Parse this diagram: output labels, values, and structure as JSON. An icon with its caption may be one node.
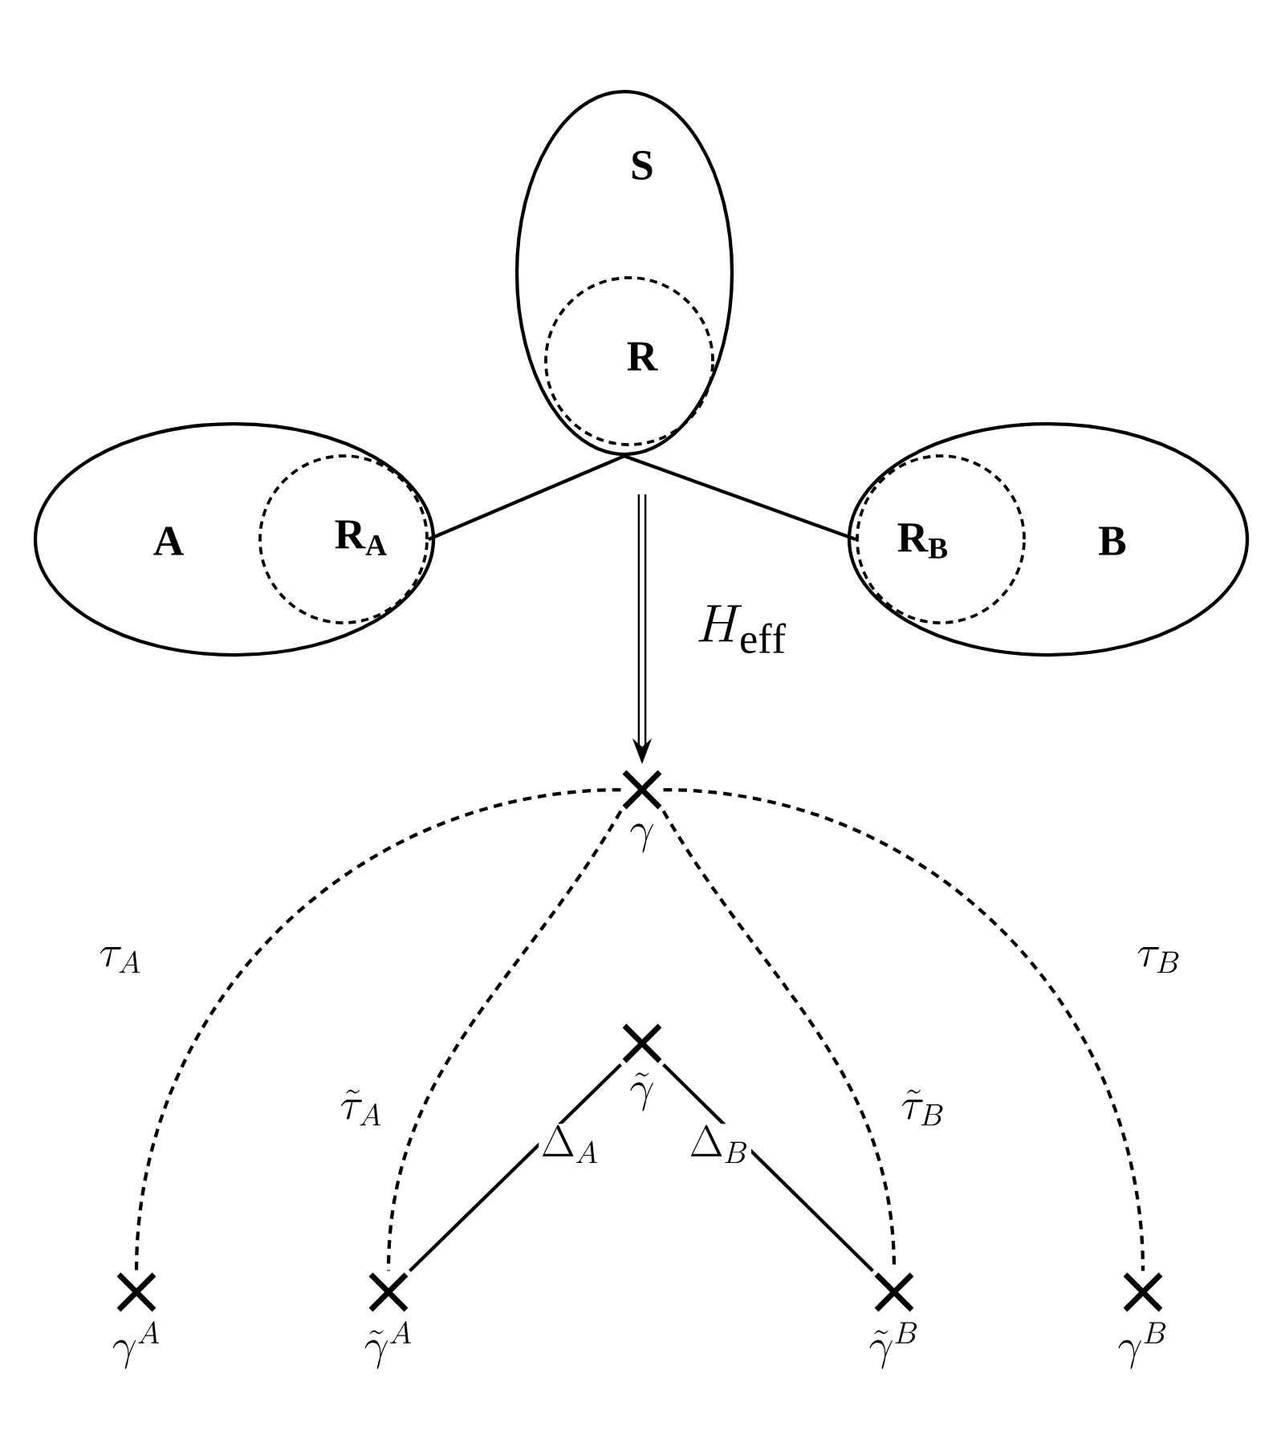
{
  "diagram": {
    "nodes": [
      {
        "text": [
          "\\mathbf{S}"
        ]
      },
      {
        "text": [
          "\\mathbf{R}"
        ],
        "in": 0
      },
      {
        "text": [
          "\\mathbf{A}"
        ]
      },
      {
        "text": [
          "\\mathbf{R_A}"
        ],
        "in": 2
      },
      {
        "text": [
          "\\mathbf{B}"
        ]
      },
      {
        "text": [
          "\\mathbf{R_B}"
        ],
        "in": 4
      },
      {
        "text": [
          "\\gamma"
        ]
      },
      {
        "text": [
          "\\tilde{\\gamma}"
        ]
      },
      {
        "text": [
          "\\gamma^A"
        ]
      },
      {
        "text": [
          "\\tilde{\\gamma}^A"
        ]
      },
      {
        "text": [
          "\\tilde{\\gamma}^B"
        ]
      },
      {
        "text": [
          "\\gamma^B"
        ]
      }
    ],
    "edges": [
      {
        "from": 3,
        "to": 0,
        "arrow": "none"
      },
      {
        "from": 5,
        "to": 0,
        "arrow": "none"
      },
      {
        "from": null,
        "to": 6,
        "arrow": "to",
        "label": "H_{\\mathrm{eff}}",
        "style": "thick"
      },
      {
        "from": 6,
        "to": 8,
        "arrow": "none",
        "label": "\\tau_A",
        "style": "dashed"
      },
      {
        "from": 6,
        "to": 9,
        "arrow": "none",
        "label": "\\tilde{\\tau}_A",
        "style": "dashed"
      },
      {
        "from": 6,
        "to": 10,
        "arrow": "none",
        "label": "\\tilde{\\tau}_B",
        "style": "dashed"
      },
      {
        "from": 6,
        "to": 11,
        "arrow": "none",
        "label": "\\tau_B",
        "style": "dashed"
      },
      {
        "from": 7,
        "to": 9,
        "arrow": "none",
        "label": "\\Delta_A"
      },
      {
        "from": 7,
        "to": 10,
        "arrow": "none",
        "label": "\\Delta_B"
      }
    ]
  }
}
